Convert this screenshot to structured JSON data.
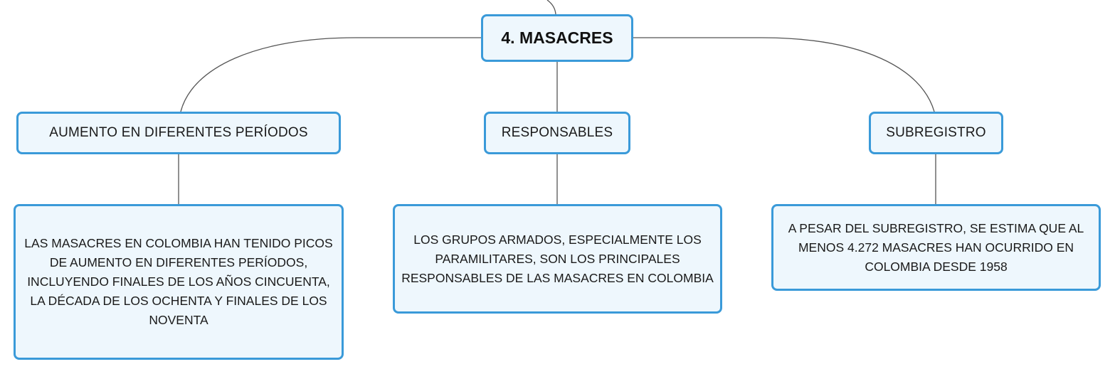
{
  "root": {
    "label": "4. MASACRES"
  },
  "branches": [
    {
      "label": "AUMENTO EN DIFERENTES PERÍODOS",
      "detail": "LAS MASACRES EN COLOMBIA HAN TENIDO PICOS DE AUMENTO EN DIFERENTES PERÍODOS, INCLUYENDO FINALES DE LOS AÑOS CINCUENTA, LA DÉCADA DE LOS OCHENTA Y FINALES DE LOS NOVENTA"
    },
    {
      "label": "RESPONSABLES",
      "detail": "LOS GRUPOS ARMADOS, ESPECIALMENTE LOS PARAMILITARES, SON LOS PRINCIPALES RESPONSABLES DE LAS MASACRES EN COLOMBIA"
    },
    {
      "label": "SUBREGISTRO",
      "detail": "A PESAR DEL SUBREGISTRO, SE ESTIMA QUE AL MENOS 4.272 MASACRES HAN OCURRIDO EN COLOMBIA DESDE 1958"
    }
  ],
  "colors": {
    "node_border": "#3a9ad9",
    "node_fill": "#eef7fd",
    "connector": "#555555"
  }
}
